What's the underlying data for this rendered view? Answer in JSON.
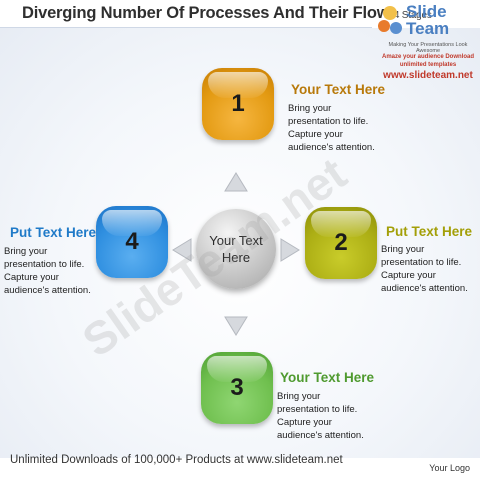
{
  "title": "Diverging Number Of Processes And Their Flow",
  "title_suffix": "4 Stages",
  "logo": {
    "line1": "Slide",
    "line2": "Team",
    "tagline": "Making Your Presentations Look Awesome",
    "promo": "Amaze your audience Download unlimited templates",
    "url": "www.slideteam.net"
  },
  "center_label": "Your Text Here",
  "stages": [
    {
      "number": "1",
      "heading": "Your Text Here",
      "body": "Bring your presentation to life. Capture your audience's attention.",
      "color": "#e39a12",
      "heading_color": "#b8790a"
    },
    {
      "number": "2",
      "heading": "Put Text Here",
      "body": "Bring your presentation to life. Capture your audience's attention.",
      "color": "#acae14",
      "heading_color": "#a39f08"
    },
    {
      "number": "3",
      "heading": "Your Text Here",
      "body": "Bring your presentation to life. Capture your audience's attention.",
      "color": "#6fbf4e",
      "heading_color": "#4f9a2f"
    },
    {
      "number": "4",
      "heading": "Put Text Here",
      "body": "Bring your presentation to life. Capture your audience's attention.",
      "color": "#2f8fe0",
      "heading_color": "#1f7ac8"
    }
  ],
  "watermark": "SlideTeam.net",
  "footer": "Unlimited Downloads of 100,000+ Products at www.slideteam.net",
  "your_logo": "Your Logo"
}
